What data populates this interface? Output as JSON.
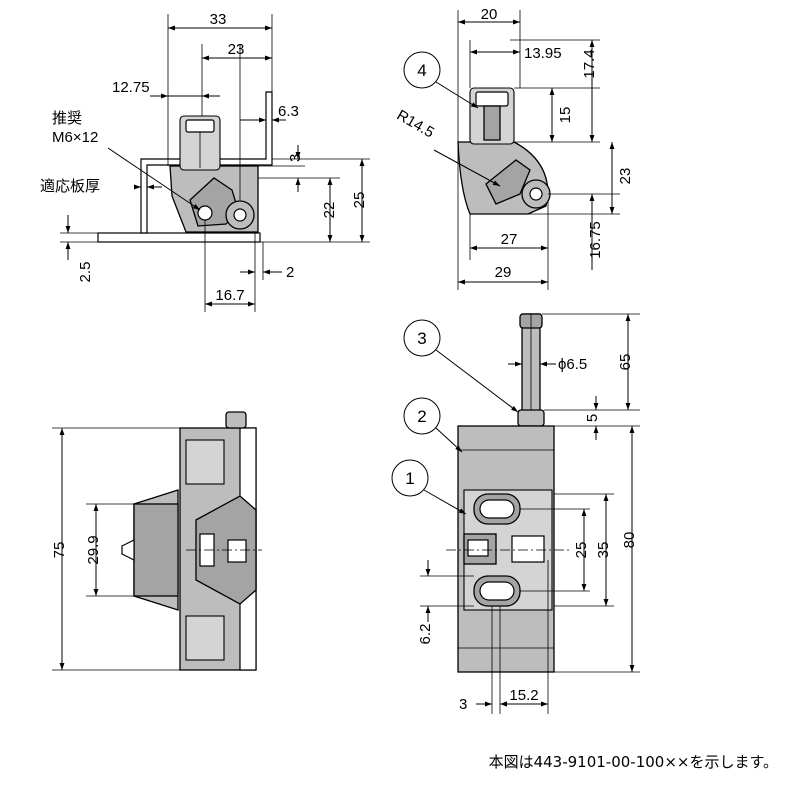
{
  "views": {
    "side_view": {
      "dims": {
        "width_total": "33",
        "width_inner": "23",
        "offset": "12.75",
        "plate_offset": "6.3",
        "step": "3",
        "height_inner": "22",
        "height_total": "25",
        "bottom_gap": "2",
        "bottom_width": "16.7",
        "plate_thickness": "2.5"
      },
      "labels": {
        "recommended_line1": "推奨",
        "recommended_line2": "M6×12",
        "panel_thickness": "適応板厚"
      }
    },
    "profile_view": {
      "dims": {
        "width_top": "20",
        "width_knob": "13.95",
        "height_top": "17.4",
        "height_knob": "15",
        "height_mid": "23",
        "height_bottom": "16.75",
        "radius": "R14.5",
        "width_base": "27",
        "width_total": "29"
      },
      "callout": "4"
    },
    "left_view": {
      "dims": {
        "height_total": "75",
        "height_body": "29.9"
      }
    },
    "front_view": {
      "dims": {
        "diameter": "ϕ6.5",
        "pin_height": "65",
        "cap_height": "5",
        "height_total": "80",
        "height_slot": "25",
        "height_mid": "35",
        "slot_offset": "6.2",
        "bottom_small": "3",
        "bottom_width": "15.2"
      },
      "callouts": [
        "3",
        "2",
        "1"
      ]
    }
  },
  "footnote": "本図は443-9101-00-100××を示します。",
  "colors": {
    "part_fill": "#bdbdbd",
    "part_dark": "#a4a4a4",
    "line": "#000000",
    "background": "#ffffff"
  }
}
